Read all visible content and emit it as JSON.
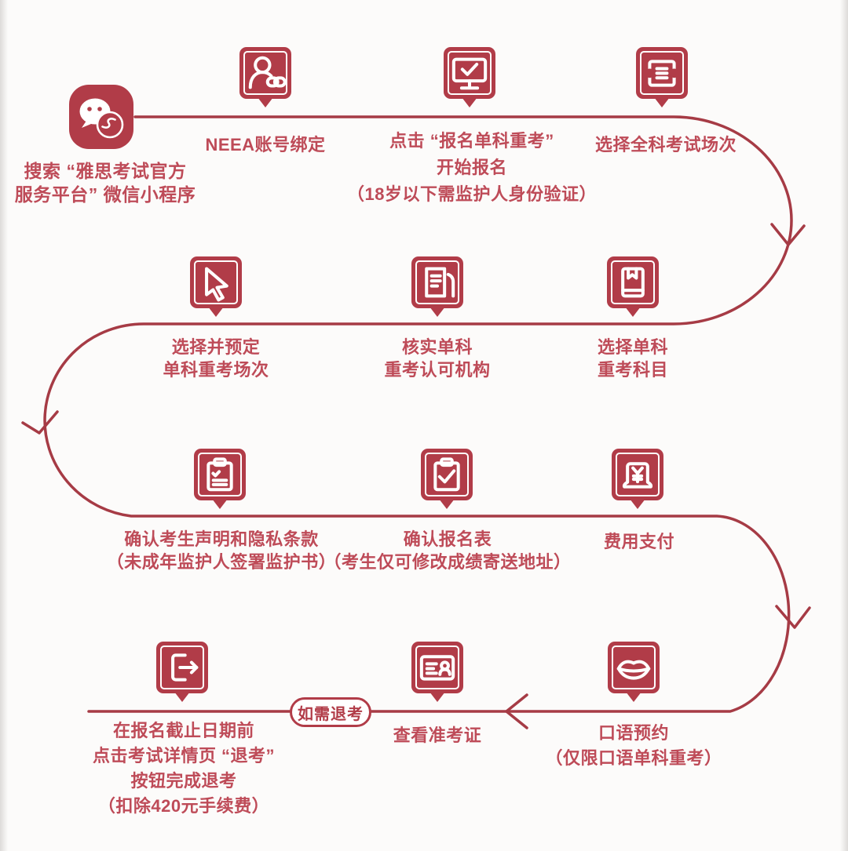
{
  "palette": {
    "primary": "#b13c48",
    "line": "#a63b45",
    "text": "#be4b58",
    "background": "#fcfbfa",
    "badge_bg": "#ffffff"
  },
  "start": {
    "icon": "wechat-icon",
    "label_lines": [
      "搜索 “雅思考试官方",
      "服务平台” 微信小程序"
    ]
  },
  "badge": {
    "label": "如需退考"
  },
  "steps": [
    {
      "icon": "user-link-icon",
      "label_lines": [
        "NEEA账号绑定"
      ]
    },
    {
      "icon": "monitor-check-icon",
      "label_lines": [
        "点击 “报名单科重考”",
        "开始报名",
        "（18岁以下需监护人身份验证）"
      ]
    },
    {
      "icon": "ticket-icon",
      "label_lines": [
        "选择全科考试场次"
      ]
    },
    {
      "icon": "book-icon",
      "label_lines": [
        "选择单科",
        "重考科目"
      ]
    },
    {
      "icon": "institution-icon",
      "label_lines": [
        "核实单科",
        "重考认可机构"
      ]
    },
    {
      "icon": "cursor-icon",
      "label_lines": [
        "选择并预定",
        "单科重考场次"
      ]
    },
    {
      "icon": "clipboard-list-icon",
      "label_lines": [
        "确认考生声明和隐私条款",
        "（未成年监护人签署监护书）"
      ]
    },
    {
      "icon": "clipboard-check-icon",
      "label_lines": [
        "确认报名表",
        "（考生仅可修改成绩寄送地址）"
      ]
    },
    {
      "icon": "payment-icon",
      "label_lines": [
        "费用支付"
      ]
    },
    {
      "icon": "lips-icon",
      "label_lines": [
        "口语预约",
        "（仅限口语单科重考）"
      ]
    },
    {
      "icon": "id-card-icon",
      "label_lines": [
        "查看准考证"
      ]
    },
    {
      "icon": "exit-icon",
      "label_lines": [
        "在报名截止日期前",
        "点击考试详情页 “退考”",
        "按钮完成退考",
        "（扣除420元手续费）"
      ]
    }
  ]
}
